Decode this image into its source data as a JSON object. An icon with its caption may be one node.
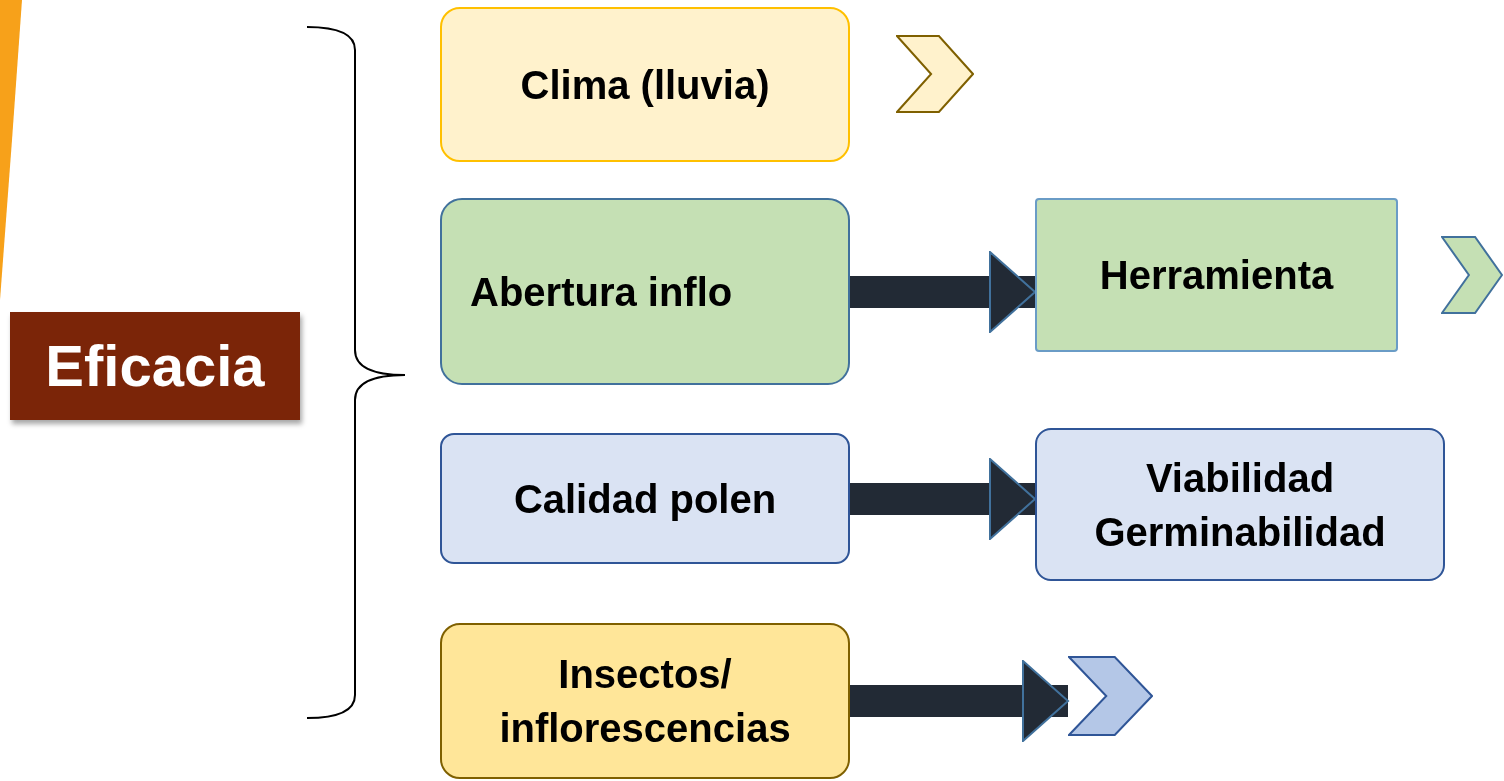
{
  "diagram": {
    "nodes": [
      {
        "text": [
          "Eficacia"
        ]
      },
      {
        "text": [
          "Clima (lluvia)"
        ]
      },
      {
        "text": [],
        "shape": "chevron"
      },
      {
        "text": [
          "Abertura inflo"
        ]
      },
      {
        "text": [
          "Herramienta"
        ]
      },
      {
        "text": [],
        "shape": "chevron"
      },
      {
        "text": [
          "Calidad polen"
        ]
      },
      {
        "text": [
          "Viabilidad Germinabilidad"
        ]
      },
      {
        "text": [
          "Insectos/ inflorescencias"
        ]
      },
      {
        "text": [],
        "shape": "chevron"
      }
    ],
    "edges": [
      {
        "from": 3,
        "to": 4,
        "arrow": "to"
      },
      {
        "from": 6,
        "to": 7,
        "arrow": "to"
      },
      {
        "from": 8,
        "to": 9,
        "arrow": "to"
      }
    ]
  }
}
